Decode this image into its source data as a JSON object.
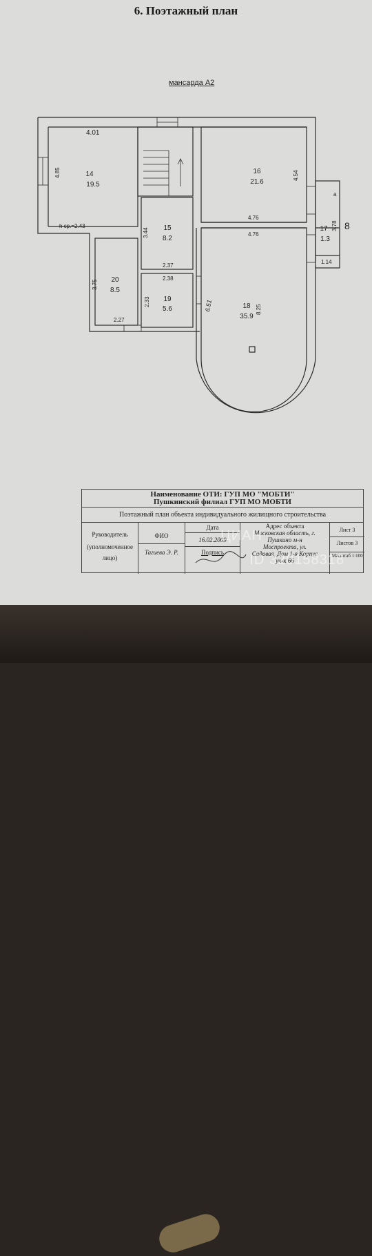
{
  "page": {
    "title": "6. Поэтажный план",
    "subtitle": "мансарда А2",
    "side_note": "8"
  },
  "rooms": [
    {
      "id": "14",
      "number": "14",
      "area": "19.5"
    },
    {
      "id": "15",
      "number": "15",
      "area": "8.2"
    },
    {
      "id": "16",
      "number": "16",
      "area": "21.6"
    },
    {
      "id": "17",
      "number": "17",
      "area": "1.3"
    },
    {
      "id": "18",
      "number": "18",
      "area": "35.9"
    },
    {
      "id": "19",
      "number": "19",
      "area": "5.6"
    },
    {
      "id": "20",
      "number": "20",
      "area": "8.5"
    }
  ],
  "dimensions": {
    "d401": "4.01",
    "d485": "4.85",
    "hsr": "h ср.=2.43",
    "d344": "3.44",
    "d454": "4.54",
    "d476a": "4.76",
    "d476b": "4.76",
    "d378": "3.78",
    "d114": "1.14",
    "d237": "2.37",
    "d238": "2.38",
    "d233": "2.33",
    "d375": "3.75",
    "d227": "2.27",
    "d651": "6.51",
    "d825": "8.25",
    "balcony_a": "a"
  },
  "stamp": {
    "org_line1": "Наименование ОТИ: ГУП МО \"МОБТИ\"",
    "org_line2": "Пушкинский филиал ГУП МО МОБТИ",
    "doc_title": "Поэтажный план объекта индивидуального жилищного строительства",
    "head_label": "Руководитель",
    "head_sub1": "(уполномоченное",
    "head_sub2": "лицо)",
    "fio_label": "ФИО",
    "fio_value": "Тагиева Э. Р.",
    "date_label": "Дата",
    "date_value": "16.02.2009",
    "sign_label": "Подпись",
    "address_label": "Адрес объекта",
    "address_l1": "Московская область, г.",
    "address_l2": "Пушкино м-н",
    "address_l3": "Моспроекта, ул.",
    "address_l4": "Садовая, Дом 1-я Корпус",
    "address_l5": "уч-к 66",
    "sheet": "Лист 3",
    "sheets": "Листов 3",
    "scale": "Масштаб 1:100"
  },
  "watermark": {
    "brand": "ЦИАН",
    "id": "ID 320158318"
  }
}
